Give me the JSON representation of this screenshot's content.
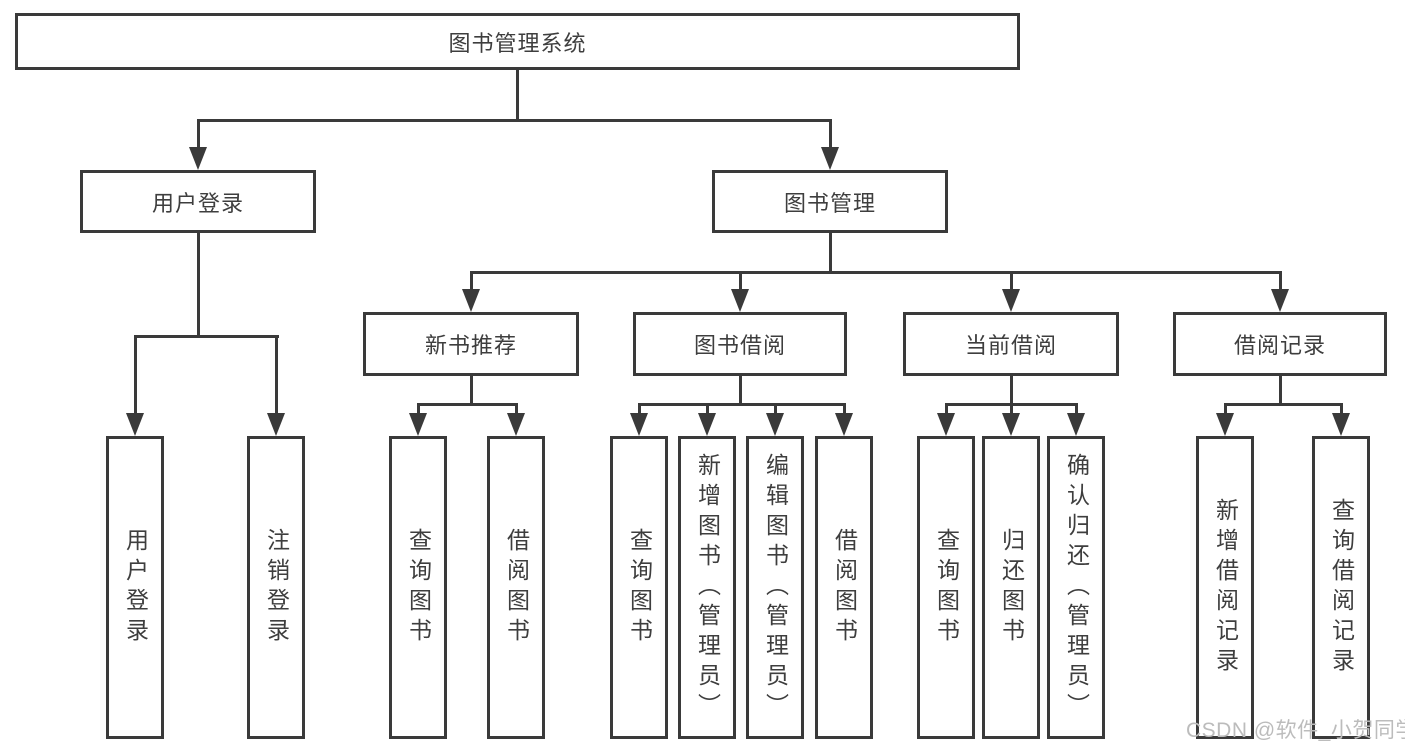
{
  "diagram_type": "hierarchy-tree",
  "tree": {
    "label": "图书管理系统",
    "children": [
      {
        "label": "用户登录",
        "children": [
          {
            "label": "用户登录"
          },
          {
            "label": "注销登录"
          }
        ]
      },
      {
        "label": "图书管理",
        "children": [
          {
            "label": "新书推荐",
            "children": [
              {
                "label": "查询图书"
              },
              {
                "label": "借阅图书"
              }
            ]
          },
          {
            "label": "图书借阅",
            "children": [
              {
                "label": "查询图书"
              },
              {
                "label": "新增图书（管理员）"
              },
              {
                "label": "编辑图书（管理员）"
              },
              {
                "label": "借阅图书"
              }
            ]
          },
          {
            "label": "当前借阅",
            "children": [
              {
                "label": "查询图书"
              },
              {
                "label": "归还图书"
              },
              {
                "label": "确认归还（管理员）"
              }
            ]
          },
          {
            "label": "借阅记录",
            "children": [
              {
                "label": "新增借阅记录"
              },
              {
                "label": "查询借阅记录"
              }
            ]
          }
        ]
      }
    ]
  },
  "watermark": {
    "text": "CSDN @软件_小贺同学"
  },
  "colors": {
    "line": "#3a3a3a",
    "box_border": "#3a3a3a",
    "text": "#3e3e3e",
    "watermark": "#bcbcbc",
    "background": "#ffffff"
  }
}
